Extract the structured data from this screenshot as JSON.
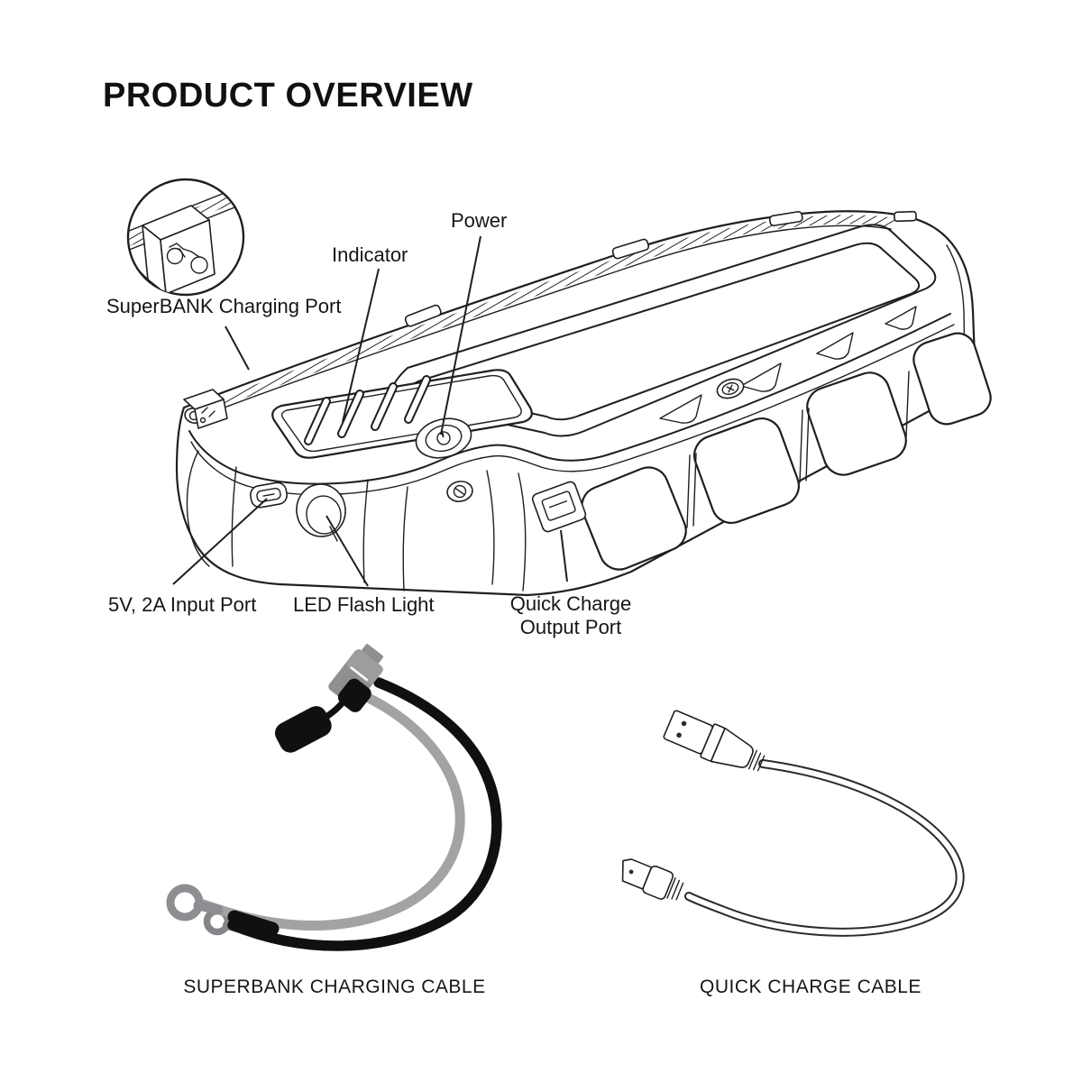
{
  "title": "PRODUCT OVERVIEW",
  "diagram": {
    "callouts": {
      "superbank_port": "SuperBANK Charging Port",
      "indicator": "Indicator",
      "power": "Power",
      "input_port": "5V, 2A Input Port",
      "led_flash": "LED Flash Light",
      "quick_charge_line1": "Quick Charge",
      "quick_charge_line2": "Output Port"
    }
  },
  "cables": {
    "superbank_caption": "SUPERBANK CHARGING CABLE",
    "quick_charge_caption": "QUICK CHARGE CABLE"
  },
  "colors": {
    "line": "#1f1f1f",
    "cable_black": "#101010",
    "cable_gray": "#a3a3a3",
    "connector_gray": "#8f8f8f",
    "background": "#ffffff"
  }
}
